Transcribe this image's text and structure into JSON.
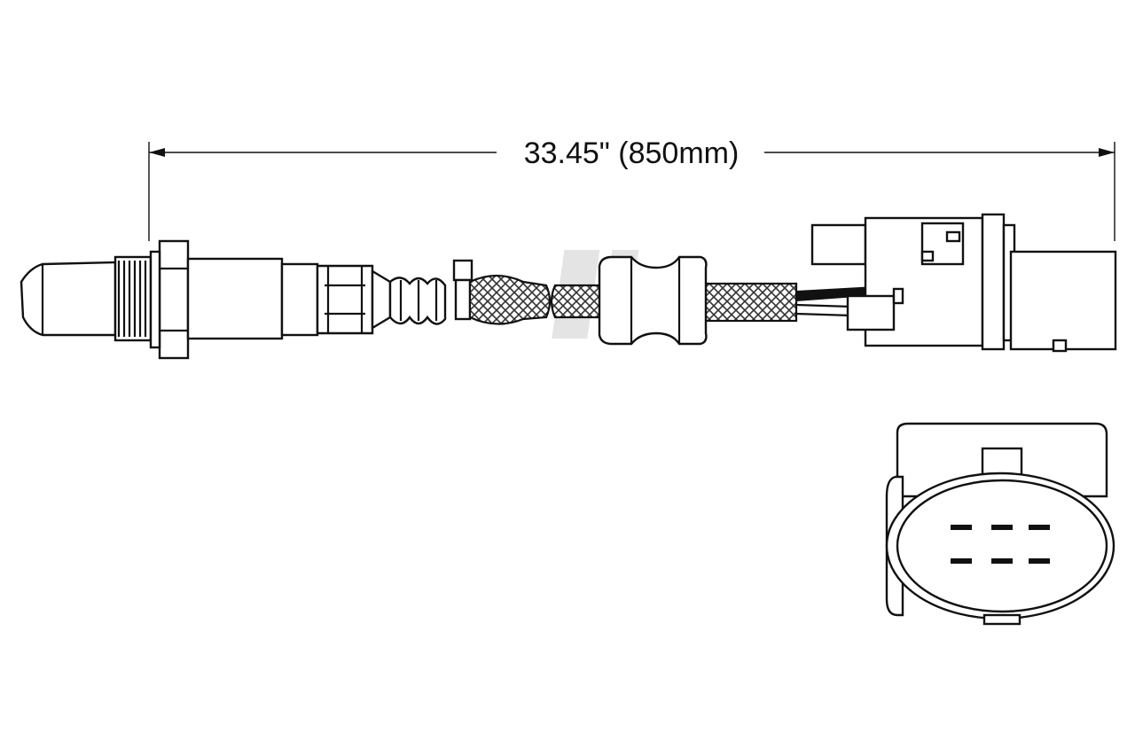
{
  "dimension": {
    "label": "33.45\" (850mm)"
  },
  "connector_pins": {
    "rows": 2,
    "columns": 3
  },
  "colors": {
    "line": "#111111",
    "background": "#ffffff",
    "watermark": "#d9d9d9"
  }
}
